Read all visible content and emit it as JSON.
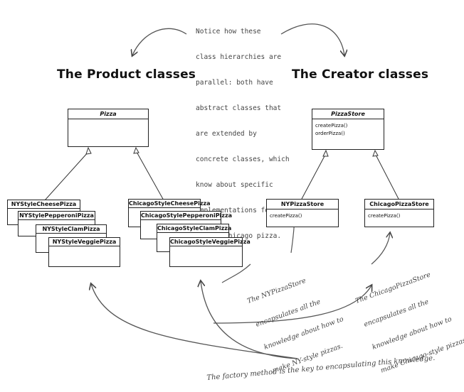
{
  "top_note": [
    "Notice how these",
    "class hierarchies are",
    "parallel: both have",
    "abstract classes that",
    "are extended by",
    "concrete classes, which",
    "know about specific",
    "implementations for",
    "NY and Chicago pizza."
  ],
  "headings": {
    "product": "The Product classes",
    "creator": "The Creator classes"
  },
  "product": {
    "abstract": "Pizza",
    "ny": [
      "NYStyleCheesePizza",
      "NYStylePepperoniPizza",
      "NYStyleClamPizza",
      "NYStyleVeggiePizza"
    ],
    "chicago": [
      "ChicagoStyleCheesePizza",
      "ChicagoStylePepperoniPizza",
      "ChicagoStyleClamPizza",
      "ChicagoStyleVeggiePizza"
    ]
  },
  "creator": {
    "abstract": "PizzaStore",
    "abstract_methods": [
      "createPizza()",
      "orderPizza()"
    ],
    "ny_name": "NYPizzaStore",
    "ny_method": "createPizza()",
    "chicago_name": "ChicagoPizzaStore",
    "chicago_method": "createPizza()"
  },
  "annotations": {
    "ny": [
      "The NYPizzaStore",
      "encapsulates all the",
      "knowledge about how to",
      "make NY-style pizzas."
    ],
    "chicago": [
      "The ChicagoPizzaStore",
      "encapsulates all the",
      "knowledge about how to",
      "make Chicago-style pizzas."
    ],
    "bottom": "The factory method is the key to encapsulating this knowledge."
  }
}
